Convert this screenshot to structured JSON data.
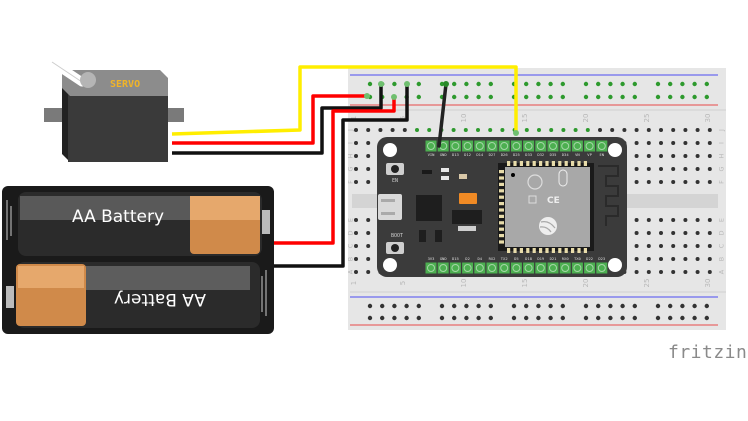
{
  "diagram": {
    "title": "ESP32 servo circuit (breadboard view)",
    "brand": "fritzing",
    "components": {
      "servo": {
        "label": "SERVO",
        "label_color": "#f0b429"
      },
      "battery_pack": {
        "cells": [
          {
            "label": "AA Battery",
            "orientation": "normal"
          },
          {
            "label": "AA Battery",
            "orientation": "flipped"
          }
        ]
      },
      "esp32": {
        "buttons": [
          "EN",
          "BOOT"
        ],
        "top_pins": [
          "VIN",
          "GND",
          "D13",
          "D12",
          "D14",
          "D27",
          "D26",
          "D25",
          "D33",
          "D32",
          "D35",
          "D34",
          "VN",
          "VP",
          "EN"
        ],
        "bottom_pins": [
          "3V3",
          "GND",
          "D15",
          "D2",
          "D4",
          "RX2",
          "TX2",
          "D5",
          "D18",
          "D19",
          "D21",
          "RX0",
          "TX0",
          "D22",
          "D23"
        ]
      },
      "breadboard": {
        "column_labels": [
          "1",
          "5",
          "10",
          "15",
          "20",
          "25",
          "30"
        ],
        "rows_top": [
          "J",
          "I",
          "H",
          "G",
          "F"
        ],
        "rows_bottom": [
          "E",
          "D",
          "C",
          "B",
          "A"
        ],
        "rail_colors": {
          "negative": "#6b6bf0",
          "positive": "#e86a6a"
        }
      }
    },
    "wires": [
      {
        "name": "servo-signal",
        "color": "#ffee00",
        "from": "Servo signal",
        "to": "D25"
      },
      {
        "name": "servo-power",
        "color": "#ff0000",
        "from": "Servo V+",
        "to": "+ rail"
      },
      {
        "name": "servo-ground",
        "color": "#111111",
        "from": "Servo GND",
        "to": "- rail"
      },
      {
        "name": "battery-positive",
        "color": "#ff0000",
        "from": "Battery +",
        "to": "+ rail"
      },
      {
        "name": "battery-negative",
        "color": "#111111",
        "from": "Battery -",
        "to": "- rail"
      },
      {
        "name": "esp32-ground",
        "color": "#222222",
        "from": "GND",
        "to": "- rail"
      }
    ]
  }
}
